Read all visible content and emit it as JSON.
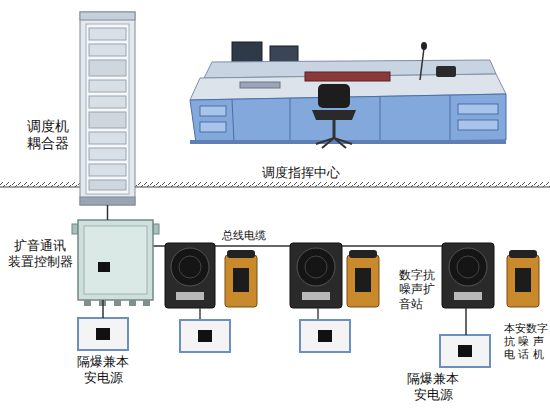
{
  "diagram": {
    "nodes": [
      {
        "text": [
          "调度机 耦合器"
        ]
      },
      {
        "text": [
          "扩音通讯 装置控制器"
        ]
      },
      {
        "text": [
          "隔爆兼本 安电源"
        ]
      },
      {
        "text": [
          "数字抗 噪声扩 音站"
        ]
      },
      {
        "text": [
          "本安数字 抗 噪 声 电 话 机"
        ]
      },
      {
        "text": [
          "隔爆兼本 安电源"
        ]
      }
    ],
    "edges": [
      {
        "from": 0,
        "to": 1,
        "arrow": "none"
      },
      {
        "from": 1,
        "to": 2,
        "arrow": "none"
      },
      {
        "from": 3,
        "to": 5,
        "arrow": "none"
      }
    ],
    "labels": [
      "调度指挥中心",
      "总线电缆"
    ]
  }
}
